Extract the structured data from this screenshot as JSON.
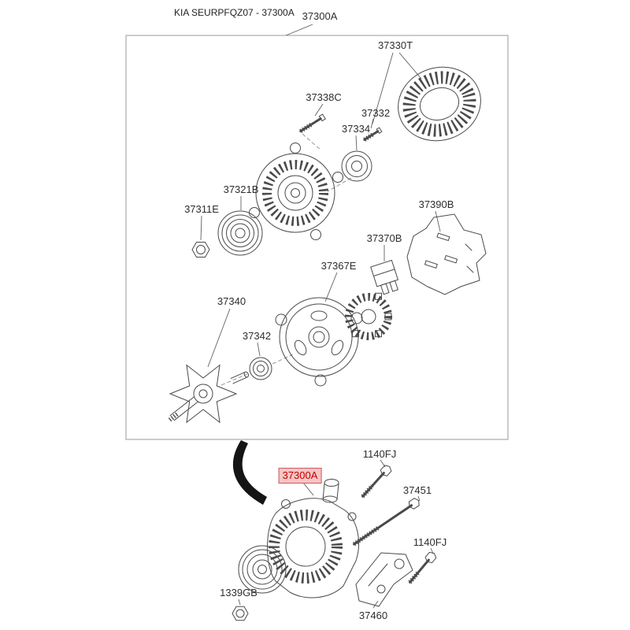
{
  "header": {
    "catalog_code": "KIA SEURPFQZ07 - 37300A"
  },
  "assembly": {
    "label": "37300A"
  },
  "upper_parts": [
    {
      "id": "37330T"
    },
    {
      "id": "37338C"
    },
    {
      "id": "37332"
    },
    {
      "id": "37334"
    },
    {
      "id": "37321B"
    },
    {
      "id": "37311E"
    },
    {
      "id": "37390B"
    },
    {
      "id": "37370B"
    },
    {
      "id": "37367E"
    },
    {
      "id": "37340"
    },
    {
      "id": "37342"
    }
  ],
  "lower_parts": [
    {
      "id": "37300A",
      "highlighted": true
    },
    {
      "id": "1140FJ"
    },
    {
      "id": "37451"
    },
    {
      "id": "1140FJ"
    },
    {
      "id": "1339GB"
    },
    {
      "id": "37460"
    }
  ],
  "colors": {
    "highlight_text": "#c00000",
    "highlight_bg": "#f5c5c5",
    "highlight_border": "#d05a5a",
    "line_art": "#4a4a4a",
    "label_text": "#2e2e2e"
  }
}
